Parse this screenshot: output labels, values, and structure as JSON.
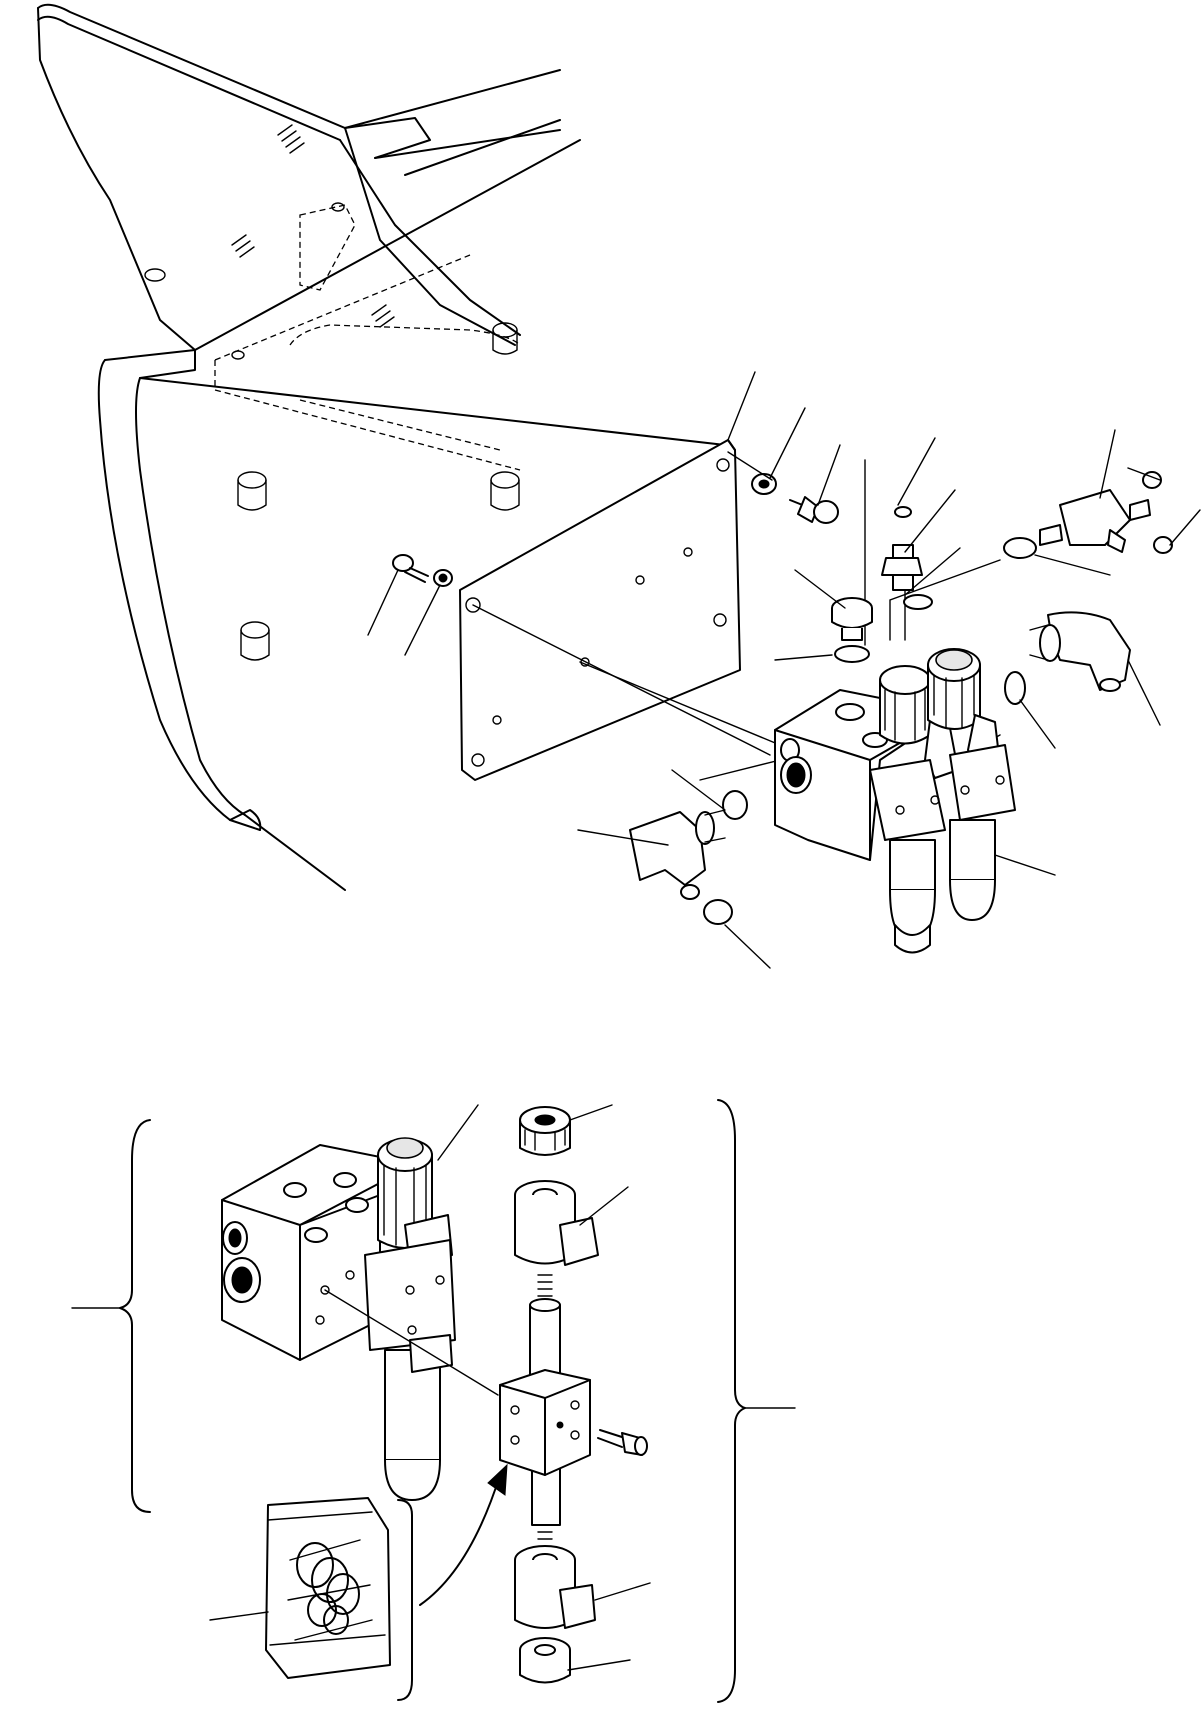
{
  "figure": {
    "kind": "exploded-parts-diagram",
    "colors": {
      "ink": "#000000",
      "paper": "#ffffff"
    },
    "views": [
      {
        "name": "main-assembly",
        "parts": [
          "frame-bracket",
          "mounting-plate",
          "valve-block",
          "solenoid-valve-left",
          "solenoid-valve-right",
          "plug",
          "adapter",
          "tee-fitting",
          "elbow-fitting-right",
          "elbow-fitting-left",
          "mounting-bolts",
          "washers",
          "o-rings"
        ]
      },
      {
        "name": "detail-assembly",
        "parts": [
          "valve-block",
          "solenoid-valve",
          "coil",
          "cap-nut",
          "spool-stem",
          "center-block",
          "cap-screw",
          "seal-kit-bag"
        ]
      }
    ],
    "labels": []
  }
}
